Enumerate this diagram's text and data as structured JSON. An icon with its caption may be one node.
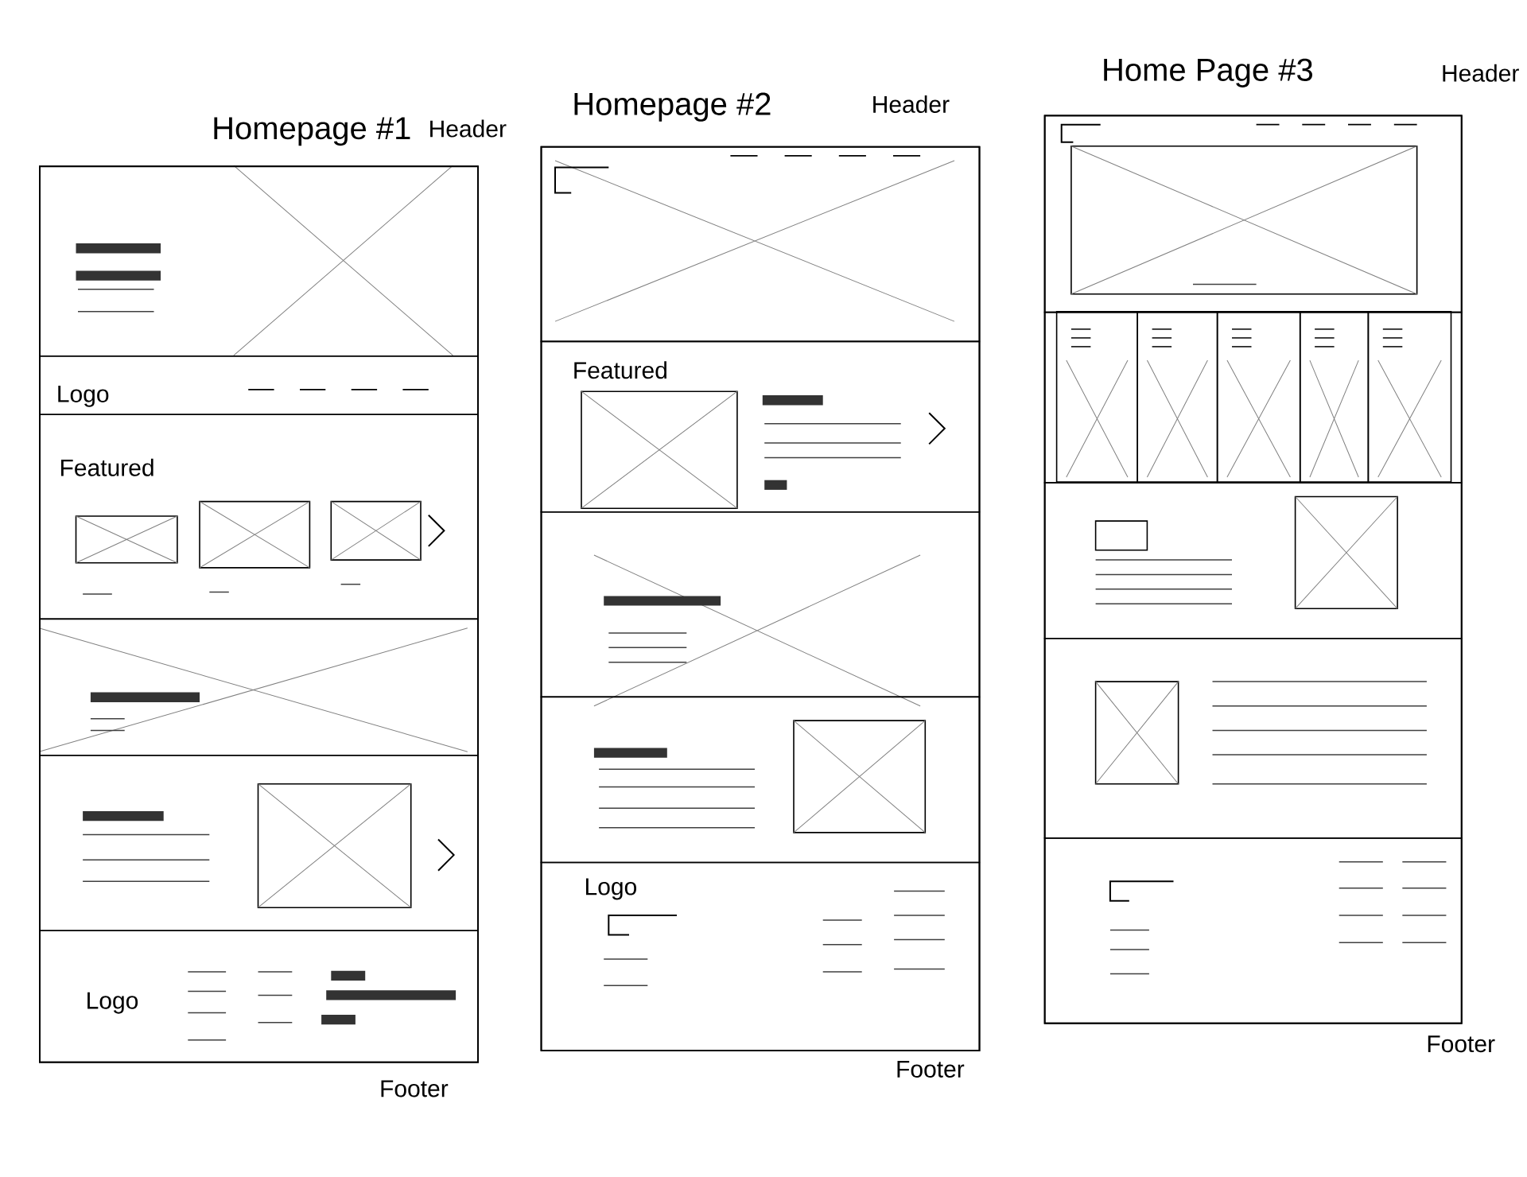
{
  "diagram": {
    "nodes": [
      {
        "text": [
          "Homepage #1"
        ],
        "beside": [
          "Header",
          "Footer"
        ]
      },
      {
        "text": [],
        "shape": "box",
        "in": 0
      },
      {
        "text": [
          "Logo"
        ],
        "in": 0
      },
      {
        "text": [
          "Featured"
        ],
        "in": 0
      },
      {
        "text": [],
        "shape": "box",
        "in": 0
      },
      {
        "text": [],
        "shape": "box",
        "in": 0
      },
      {
        "text": [
          "Logo"
        ],
        "in": 0
      },
      {
        "text": [
          "Homepage #2"
        ],
        "beside": [
          "Header",
          "Footer"
        ]
      },
      {
        "text": [],
        "shape": "box",
        "in": 7
      },
      {
        "text": [
          "Featured"
        ],
        "in": 7
      },
      {
        "text": [],
        "shape": "box",
        "in": 7
      },
      {
        "text": [],
        "shape": "box",
        "in": 7
      },
      {
        "text": [
          "Logo"
        ],
        "in": 7
      },
      {
        "text": [
          "Home Page #3"
        ],
        "beside": [
          "Header",
          "Footer"
        ]
      },
      {
        "text": [],
        "shape": "box",
        "in": 13
      },
      {
        "text": [],
        "shape": "box",
        "in": 13
      },
      {
        "text": [],
        "shape": "box",
        "in": 13
      },
      {
        "text": [],
        "shape": "box",
        "in": 13
      },
      {
        "text": [],
        "shape": "box",
        "in": 13
      }
    ]
  }
}
